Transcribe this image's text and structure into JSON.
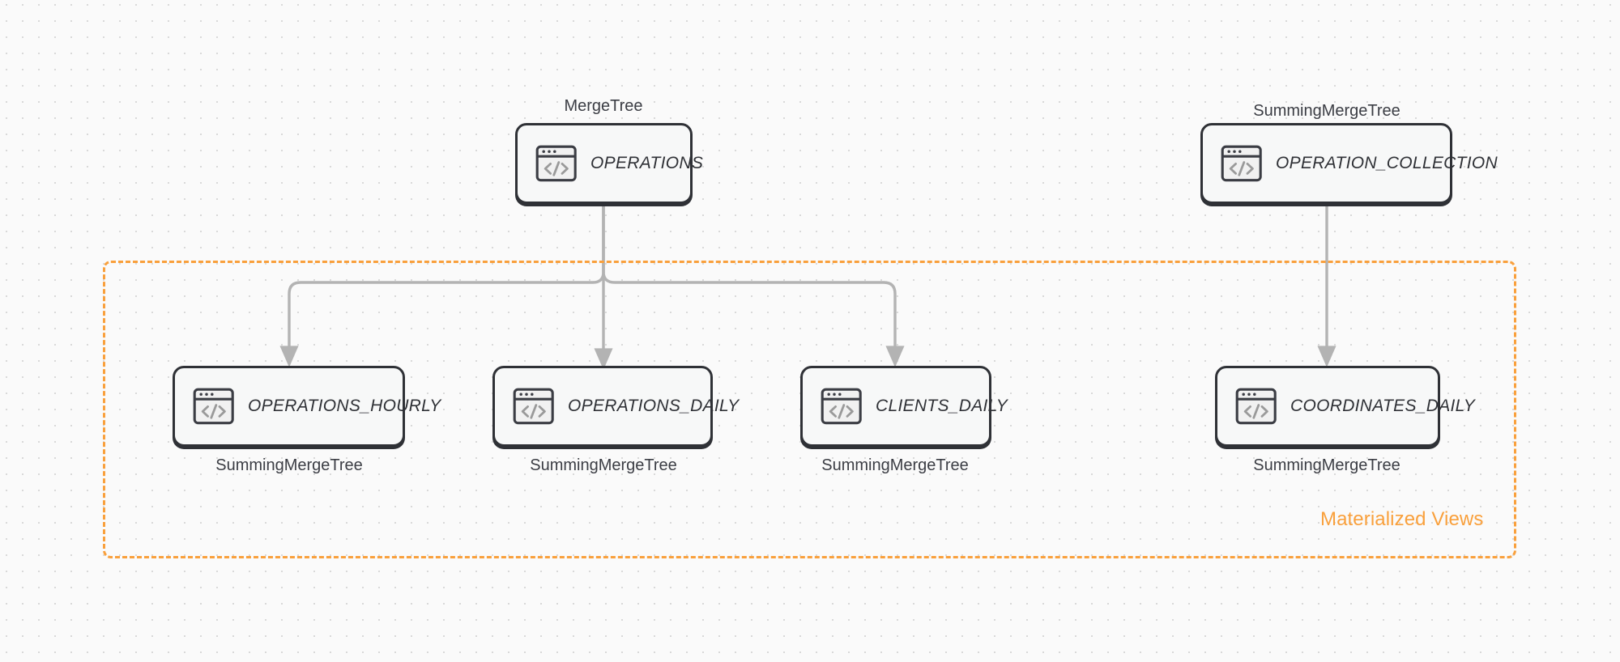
{
  "diagram": {
    "title": "ClickHouse table engines and materialized views",
    "background_color": "#fafafa",
    "grid": "dotted",
    "accent_color": "#f9a03c",
    "node_border_color": "#2f3136",
    "node_fill_color": "#f7f8f8",
    "edge_color": "#b3b3b3"
  },
  "group": {
    "label": "Materialized Views",
    "style": "dashed",
    "color": "#f9a03c"
  },
  "nodes": [
    {
      "id": "operations",
      "label": "OPERATIONS",
      "engine": "MergeTree",
      "engine_position": "above",
      "icon": "code-window-icon"
    },
    {
      "id": "operation_collection",
      "label": "OPERATION_COLLECTION",
      "engine": "SummingMergeTree",
      "engine_position": "above",
      "icon": "code-window-icon"
    },
    {
      "id": "operations_hourly",
      "label": "OPERATIONS_HOURLY",
      "engine": "SummingMergeTree",
      "engine_position": "below",
      "icon": "code-window-icon"
    },
    {
      "id": "operations_daily",
      "label": "OPERATIONS_DAILY",
      "engine": "SummingMergeTree",
      "engine_position": "below",
      "icon": "code-window-icon"
    },
    {
      "id": "clients_daily",
      "label": "CLIENTS_DAILY",
      "engine": "SummingMergeTree",
      "engine_position": "below",
      "icon": "code-window-icon"
    },
    {
      "id": "coordinates_daily",
      "label": "COORDINATES_DAILY",
      "engine": "SummingMergeTree",
      "engine_position": "below",
      "icon": "code-window-icon"
    }
  ],
  "edges": [
    {
      "from": "operations",
      "to": "operations_hourly",
      "style": "orthogonal-arrow"
    },
    {
      "from": "operations",
      "to": "operations_daily",
      "style": "straight-arrow"
    },
    {
      "from": "operations",
      "to": "clients_daily",
      "style": "orthogonal-arrow"
    },
    {
      "from": "operation_collection",
      "to": "coordinates_daily",
      "style": "straight-arrow"
    }
  ]
}
